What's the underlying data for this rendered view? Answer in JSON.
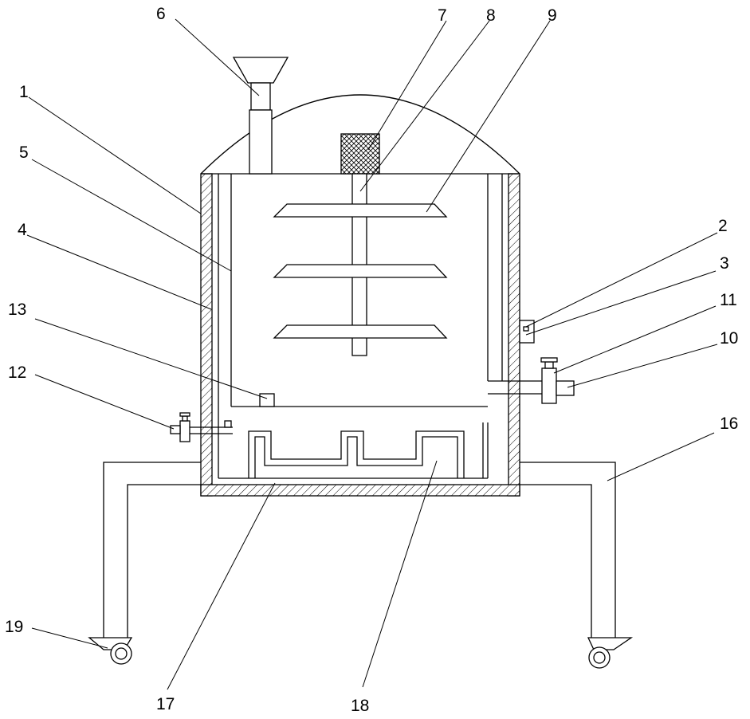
{
  "figure": {
    "callouts": [
      {
        "id": "1",
        "text": "1"
      },
      {
        "id": "2",
        "text": "2"
      },
      {
        "id": "3",
        "text": "3"
      },
      {
        "id": "4",
        "text": "4"
      },
      {
        "id": "5",
        "text": "5"
      },
      {
        "id": "6",
        "text": "6"
      },
      {
        "id": "7",
        "text": "7"
      },
      {
        "id": "8",
        "text": "8"
      },
      {
        "id": "9",
        "text": "9"
      },
      {
        "id": "10",
        "text": "10"
      },
      {
        "id": "11",
        "text": "11"
      },
      {
        "id": "12",
        "text": "12"
      },
      {
        "id": "13",
        "text": "13"
      },
      {
        "id": "16",
        "text": "16"
      },
      {
        "id": "17",
        "text": "17"
      },
      {
        "id": "18",
        "text": "18"
      },
      {
        "id": "19",
        "text": "19"
      }
    ]
  }
}
